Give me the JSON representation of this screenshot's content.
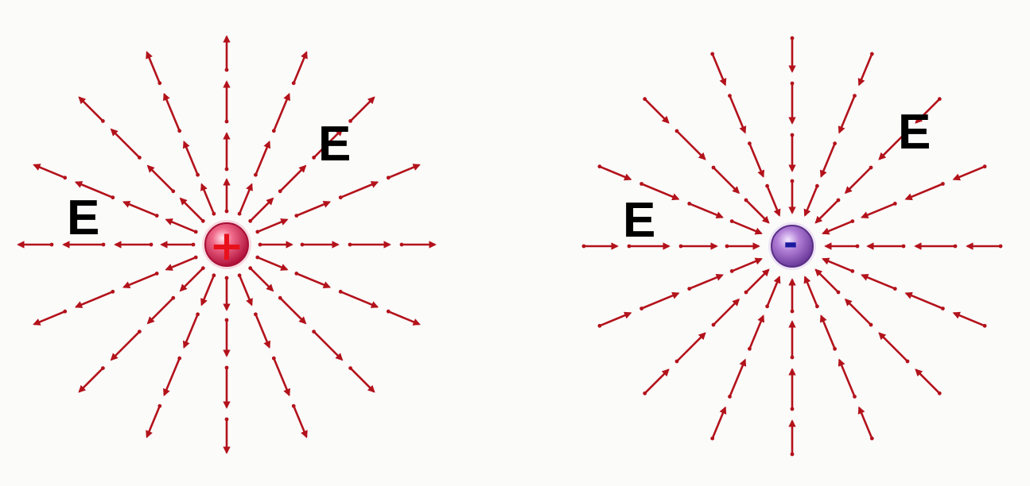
{
  "diagram": {
    "positive_charge": {
      "sign": "+",
      "field_labels": [
        "E",
        "E"
      ],
      "field_direction": "outward",
      "color": "#d41a3a"
    },
    "negative_charge": {
      "sign": "-",
      "field_labels": [
        "E",
        "E"
      ],
      "field_direction": "inward",
      "color": "#8a4fb0"
    },
    "arrow_color": "#b3121b"
  }
}
